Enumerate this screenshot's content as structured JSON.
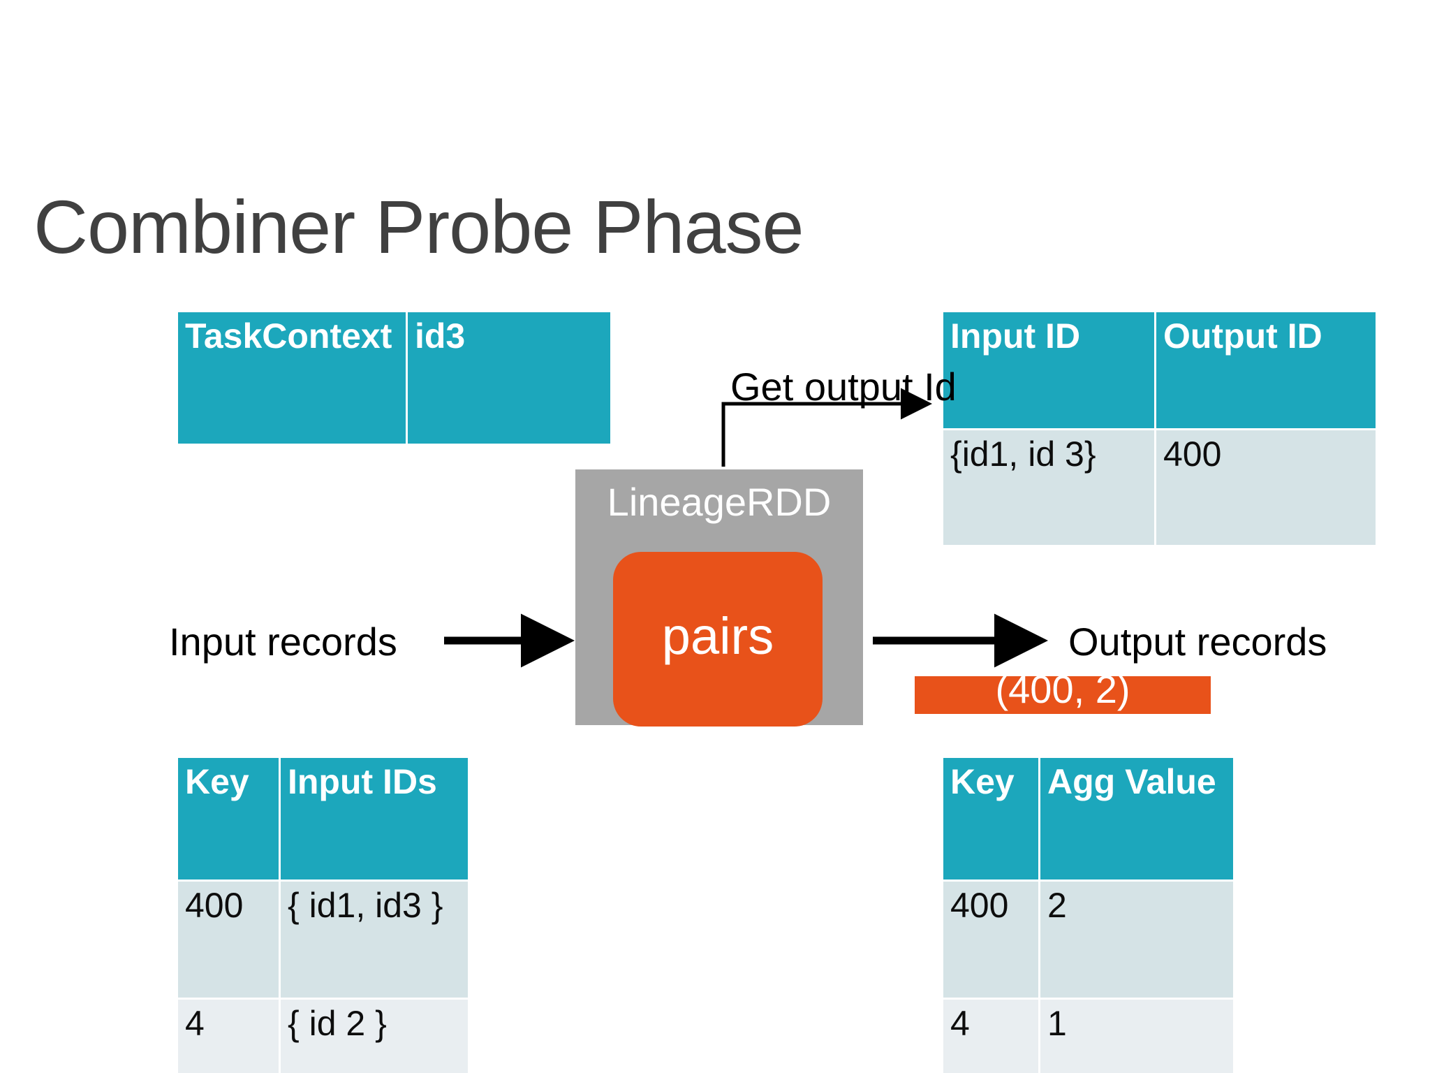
{
  "slide": {
    "title": "Combiner Probe Phase",
    "colors": {
      "title_text": "#404040",
      "table_header_bg": "#1CA7BC",
      "table_row_a_bg": "#D5E3E6",
      "table_row_b_bg": "#E9EEF1",
      "accent_orange": "#E8521A",
      "container_gray": "#A6A6A6",
      "background": "#FFFFFF",
      "arrow": "#000000"
    }
  },
  "task_context_table": {
    "name": "TaskContext table",
    "rows": [
      {
        "label": "TaskContext",
        "value": "id3"
      }
    ]
  },
  "lineage_map_table": {
    "name": "Lineage id map",
    "headers": [
      "Input ID",
      "Output ID"
    ],
    "rows": [
      [
        "{id1, id 3}",
        "400"
      ]
    ]
  },
  "key_input_ids_table": {
    "name": "Key to input ids",
    "headers": [
      "Key",
      "Input IDs"
    ],
    "rows": [
      [
        "400",
        "{ id1, id3 }"
      ],
      [
        "4",
        "{ id 2 }"
      ]
    ]
  },
  "key_agg_value_table": {
    "name": "Key to aggregated value",
    "headers": [
      "Key",
      "Agg Value"
    ],
    "rows": [
      [
        "400",
        "2"
      ],
      [
        "4",
        "1"
      ]
    ]
  },
  "lineage_rdd": {
    "container_label": "LineageRDD",
    "inner_label": "pairs"
  },
  "flow": {
    "get_output_id": "Get output Id",
    "input_records": "Input records",
    "output_records": "Output records",
    "output_record_value": "(400, 2)"
  }
}
